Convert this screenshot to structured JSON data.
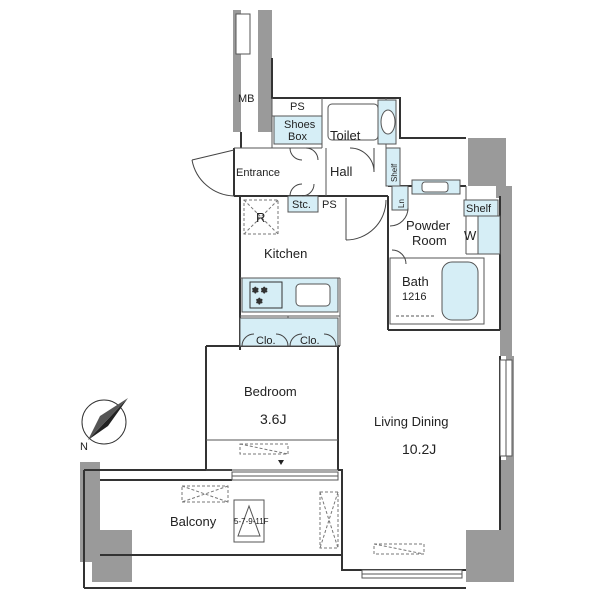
{
  "rooms": {
    "mb": "MB",
    "ps_top": "PS",
    "shoes_box_line1": "Shoes",
    "shoes_box_line2": "Box",
    "toilet": "Toilet",
    "hall": "Hall",
    "shelf_vertical": "Shelf",
    "entrance": "Entrance",
    "storage": "Stc.",
    "ps_mid": "PS",
    "refrigerator": "R",
    "kitchen": "Kitchen",
    "laundry": "Ln",
    "powder_room_line1": "Powder",
    "powder_room_line2": "Room",
    "shelf_right": "Shelf",
    "washer": "W",
    "bath_line1": "Bath",
    "bath_line2": "1216",
    "closet_left": "Clo.",
    "closet_right": "Clo.",
    "bedroom_name": "Bedroom",
    "bedroom_size": "3.6J",
    "living_name": "Living Dining",
    "living_size": "10.2J",
    "balcony": "Balcony",
    "balcony_note": "5-7-9-11F"
  },
  "compass": {
    "north": "N"
  },
  "colors": {
    "wall": "#9a9a9a",
    "fixture_fill": "#d6eef6",
    "line": "#333333"
  }
}
